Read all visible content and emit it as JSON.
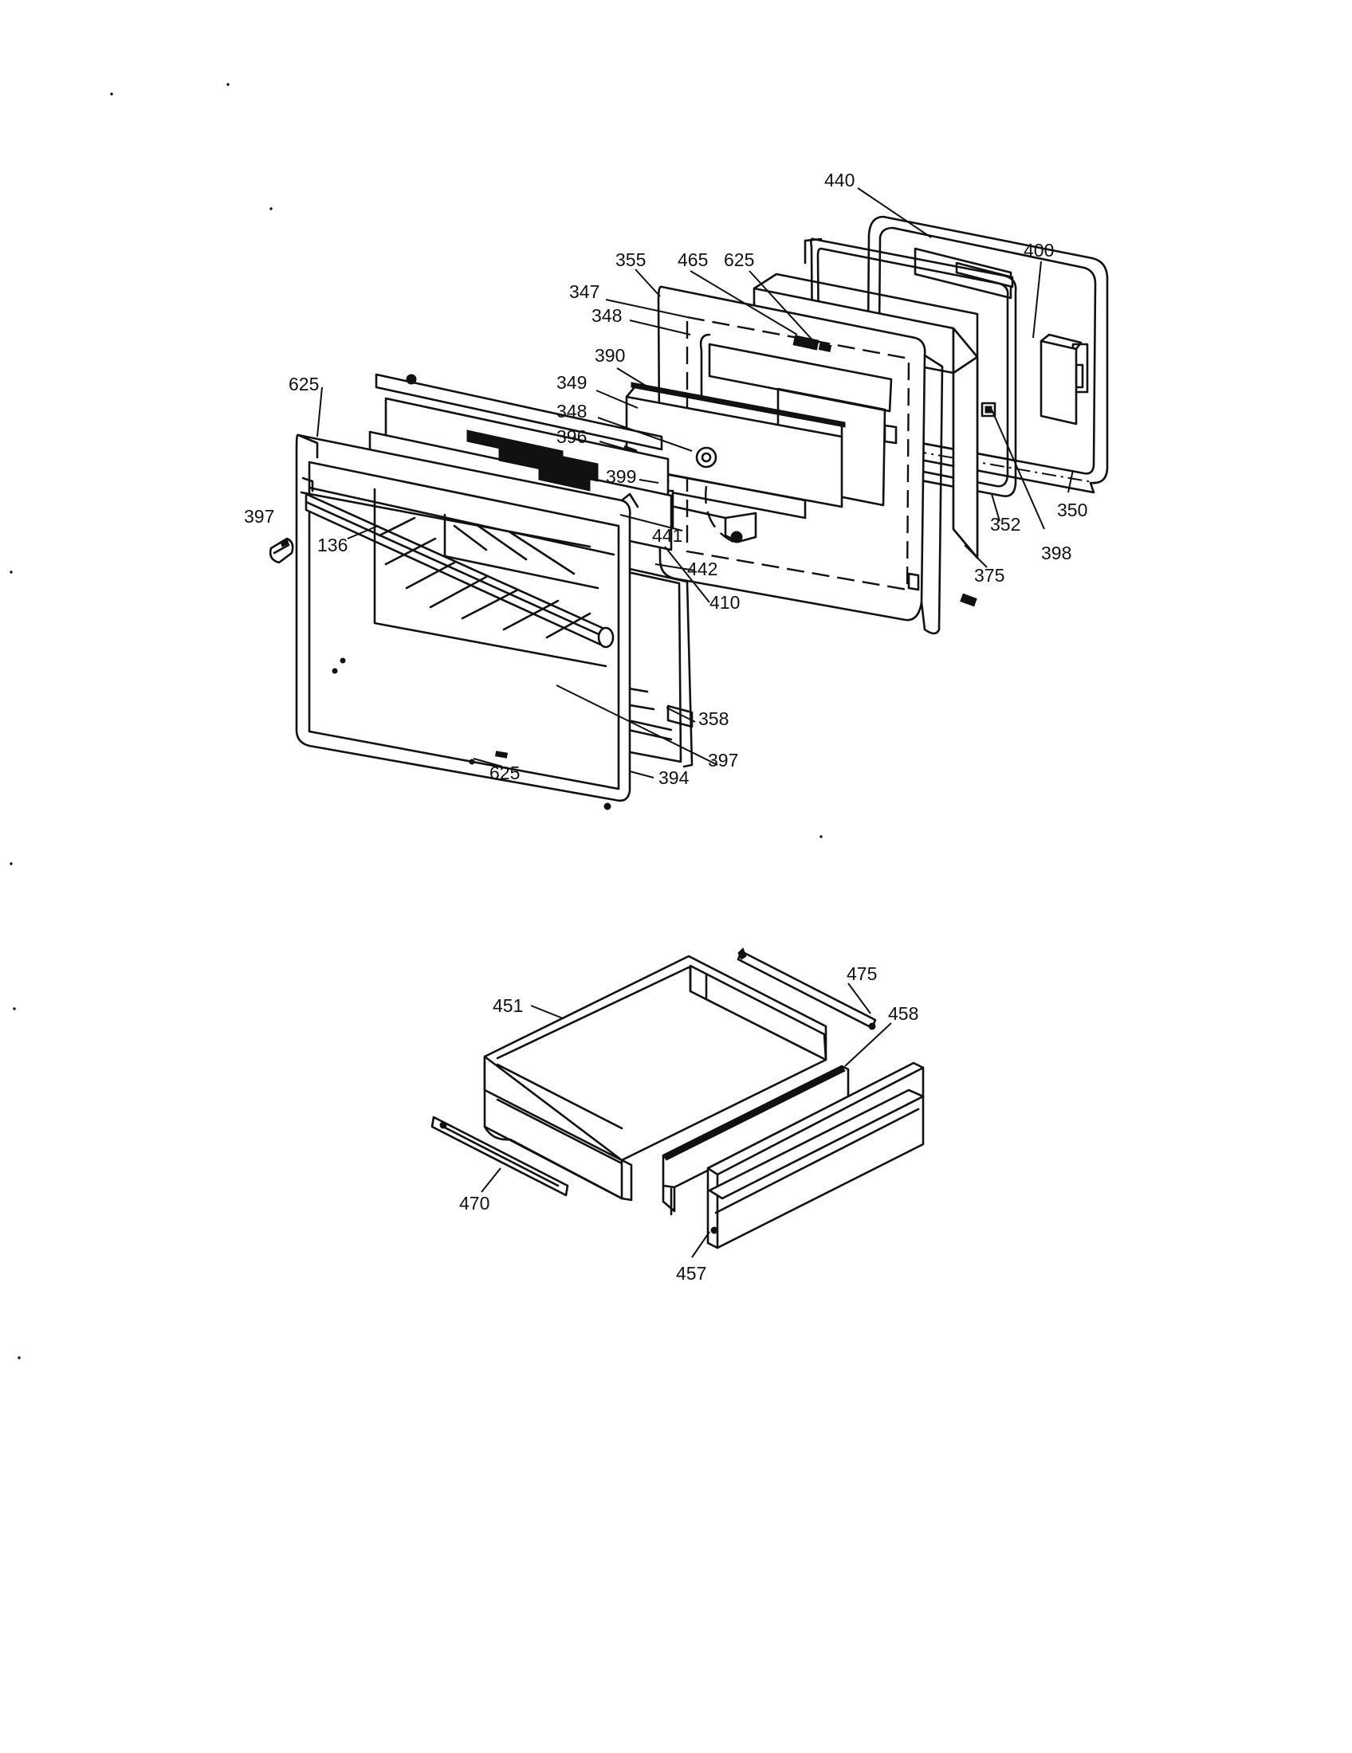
{
  "oven_door_assembly": {
    "callouts": [
      "440",
      "400",
      "355",
      "465",
      "625",
      "347",
      "348",
      "390",
      "349",
      "348",
      "396",
      "399",
      "441",
      "442",
      "410",
      "625",
      "397",
      "136",
      "358",
      "397",
      "625",
      "394",
      "375",
      "352",
      "398",
      "350"
    ]
  },
  "drawer_assembly": {
    "callouts": [
      "475",
      "458",
      "451",
      "470",
      "457"
    ]
  }
}
